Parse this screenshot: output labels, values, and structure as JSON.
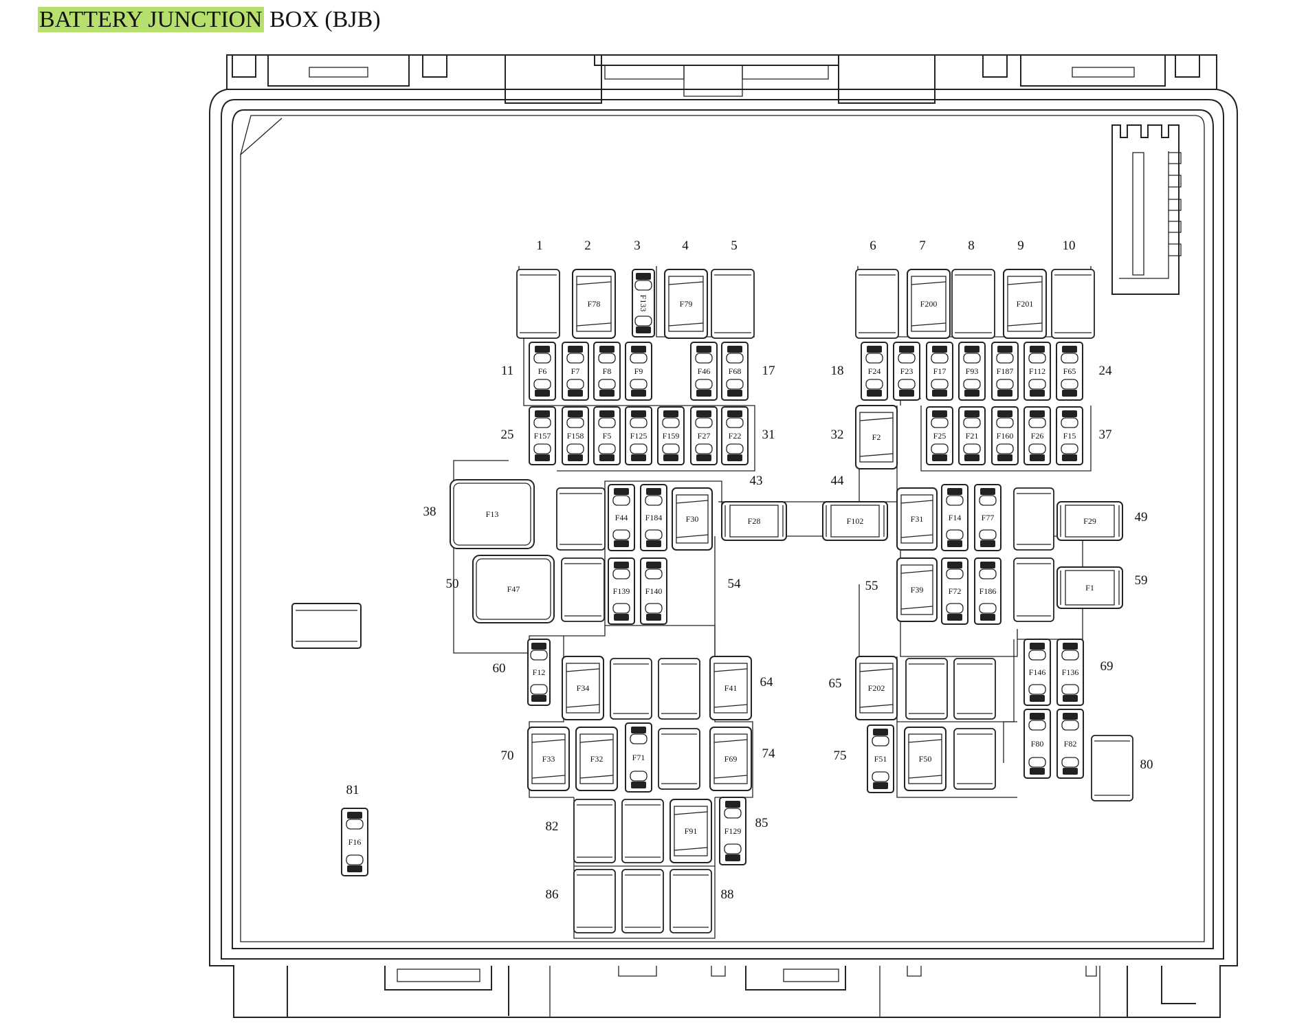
{
  "title": {
    "highlighted": "BATTERY JUNCTION",
    "rest": " BOX (BJB)"
  },
  "colors": {
    "highlight": "#b7df6e",
    "line": "#222222"
  },
  "positions": [
    {
      "n": "1"
    },
    {
      "n": "2"
    },
    {
      "n": "3"
    },
    {
      "n": "4"
    },
    {
      "n": "5"
    },
    {
      "n": "6"
    },
    {
      "n": "7"
    },
    {
      "n": "8"
    },
    {
      "n": "9"
    },
    {
      "n": "10"
    },
    {
      "n": "11"
    },
    {
      "n": "17"
    },
    {
      "n": "18"
    },
    {
      "n": "24"
    },
    {
      "n": "25"
    },
    {
      "n": "31"
    },
    {
      "n": "32"
    },
    {
      "n": "37"
    },
    {
      "n": "38"
    },
    {
      "n": "43"
    },
    {
      "n": "44"
    },
    {
      "n": "49"
    },
    {
      "n": "50"
    },
    {
      "n": "54"
    },
    {
      "n": "55"
    },
    {
      "n": "59"
    },
    {
      "n": "60"
    },
    {
      "n": "64"
    },
    {
      "n": "65"
    },
    {
      "n": "69"
    },
    {
      "n": "70"
    },
    {
      "n": "74"
    },
    {
      "n": "75"
    },
    {
      "n": "80"
    },
    {
      "n": "81"
    },
    {
      "n": "82"
    },
    {
      "n": "85"
    },
    {
      "n": "86"
    },
    {
      "n": "88"
    }
  ],
  "fuses": [
    {
      "label": "F78",
      "kind": "cart"
    },
    {
      "label": "F133",
      "kind": "mini",
      "vertical": true
    },
    {
      "label": "F79",
      "kind": "cart"
    },
    {
      "label": "F200",
      "kind": "cart"
    },
    {
      "label": "F201",
      "kind": "cart"
    },
    {
      "label": "F6",
      "kind": "mini"
    },
    {
      "label": "F7",
      "kind": "mini"
    },
    {
      "label": "F8",
      "kind": "mini"
    },
    {
      "label": "F9",
      "kind": "mini"
    },
    {
      "label": "F46",
      "kind": "mini"
    },
    {
      "label": "F68",
      "kind": "mini"
    },
    {
      "label": "F24",
      "kind": "mini"
    },
    {
      "label": "F23",
      "kind": "mini"
    },
    {
      "label": "F17",
      "kind": "mini"
    },
    {
      "label": "F93",
      "kind": "mini"
    },
    {
      "label": "F187",
      "kind": "mini"
    },
    {
      "label": "F112",
      "kind": "mini"
    },
    {
      "label": "F65",
      "kind": "mini"
    },
    {
      "label": "F157",
      "kind": "mini"
    },
    {
      "label": "F158",
      "kind": "mini"
    },
    {
      "label": "F5",
      "kind": "mini"
    },
    {
      "label": "F125",
      "kind": "mini"
    },
    {
      "label": "F159",
      "kind": "mini"
    },
    {
      "label": "F27",
      "kind": "mini"
    },
    {
      "label": "F22",
      "kind": "mini"
    },
    {
      "label": "F2",
      "kind": "cart"
    },
    {
      "label": "F25",
      "kind": "mini"
    },
    {
      "label": "F21",
      "kind": "mini"
    },
    {
      "label": "F160",
      "kind": "mini"
    },
    {
      "label": "F26",
      "kind": "mini"
    },
    {
      "label": "F15",
      "kind": "mini"
    },
    {
      "label": "F13",
      "kind": "relay"
    },
    {
      "label": "F47",
      "kind": "relay"
    },
    {
      "label": "F44",
      "kind": "mini"
    },
    {
      "label": "F184",
      "kind": "mini"
    },
    {
      "label": "F30",
      "kind": "cart"
    },
    {
      "label": "F28",
      "kind": "cart"
    },
    {
      "label": "F102",
      "kind": "cart"
    },
    {
      "label": "F31",
      "kind": "cart"
    },
    {
      "label": "F14",
      "kind": "mini"
    },
    {
      "label": "F77",
      "kind": "mini"
    },
    {
      "label": "F29",
      "kind": "cart"
    },
    {
      "label": "F139",
      "kind": "mini"
    },
    {
      "label": "F140",
      "kind": "mini"
    },
    {
      "label": "F39",
      "kind": "cart"
    },
    {
      "label": "F72",
      "kind": "mini"
    },
    {
      "label": "F186",
      "kind": "mini"
    },
    {
      "label": "F1",
      "kind": "cart"
    },
    {
      "label": "F12",
      "kind": "mini"
    },
    {
      "label": "F34",
      "kind": "cart"
    },
    {
      "label": "F41",
      "kind": "cart"
    },
    {
      "label": "F202",
      "kind": "cart"
    },
    {
      "label": "F146",
      "kind": "mini"
    },
    {
      "label": "F136",
      "kind": "mini"
    },
    {
      "label": "F33",
      "kind": "cart"
    },
    {
      "label": "F32",
      "kind": "cart"
    },
    {
      "label": "F71",
      "kind": "mini"
    },
    {
      "label": "F69",
      "kind": "cart"
    },
    {
      "label": "F51",
      "kind": "mini"
    },
    {
      "label": "F50",
      "kind": "cart"
    },
    {
      "label": "F80",
      "kind": "mini"
    },
    {
      "label": "F82",
      "kind": "mini"
    },
    {
      "label": "F16",
      "kind": "mini"
    },
    {
      "label": "F91",
      "kind": "cart"
    },
    {
      "label": "F129",
      "kind": "mini"
    }
  ]
}
